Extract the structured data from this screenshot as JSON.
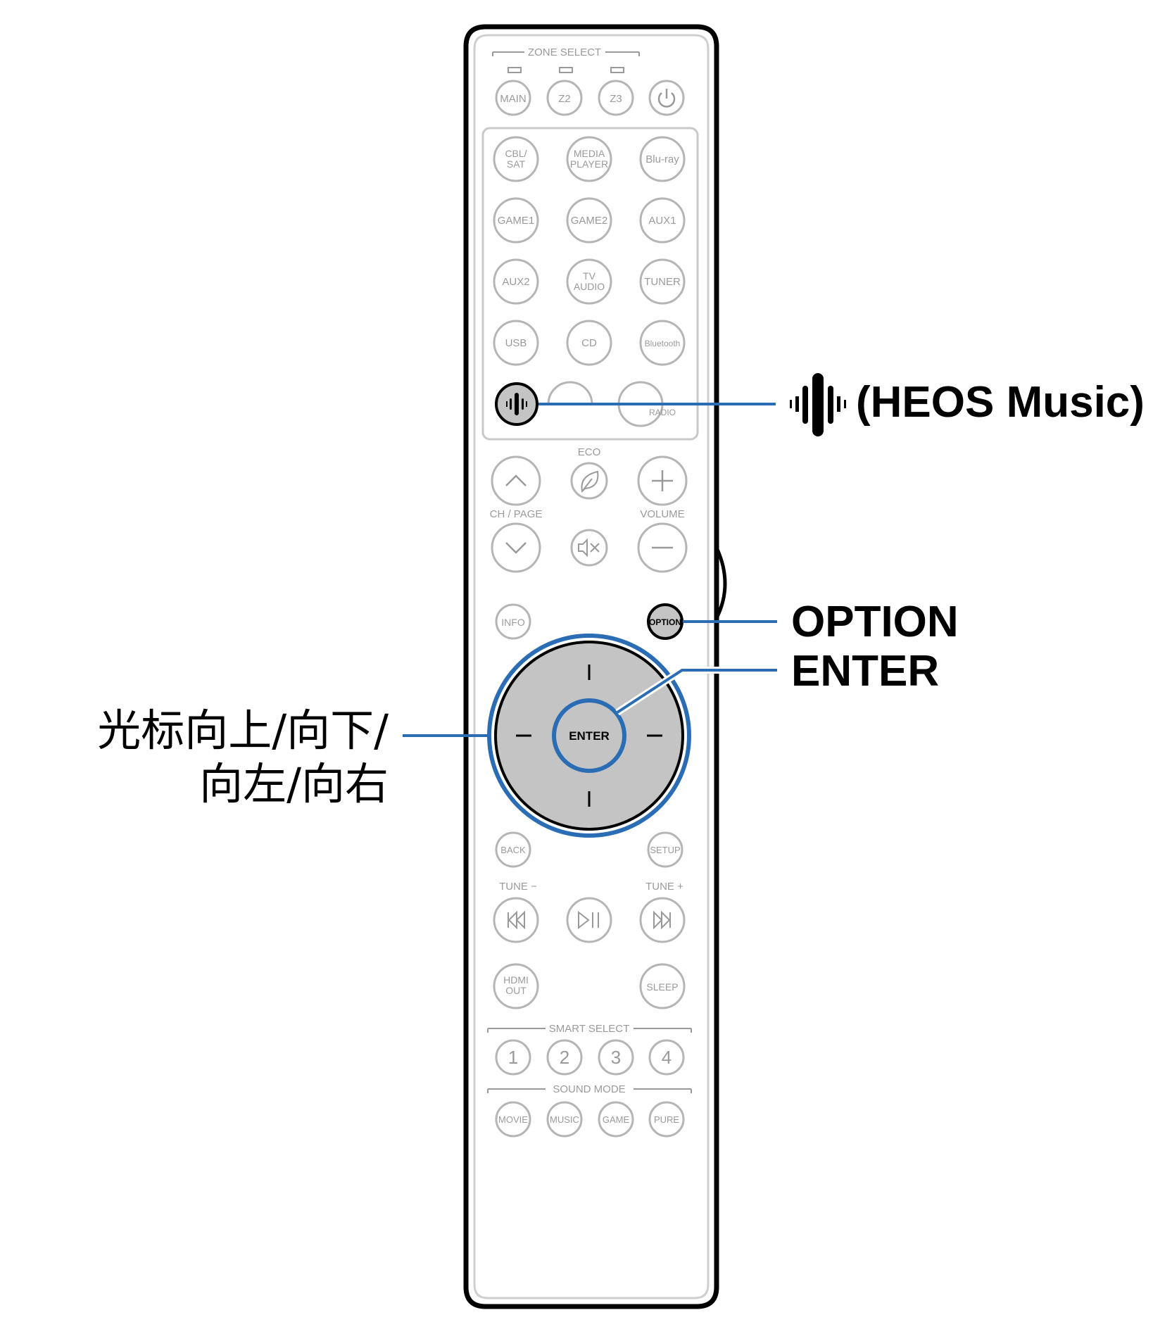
{
  "remote": {
    "zone_select_label": "ZONE SELECT",
    "zone_buttons": [
      "MAIN",
      "Z2",
      "Z3"
    ],
    "power_icon": "power-icon",
    "source_rows": [
      [
        {
          "l1": "CBL/",
          "l2": "SAT"
        },
        {
          "l1": "MEDIA",
          "l2": "PLAYER"
        },
        {
          "l1": "Blu-ray",
          "l2": ""
        }
      ],
      [
        {
          "l1": "GAME1",
          "l2": ""
        },
        {
          "l1": "GAME2",
          "l2": ""
        },
        {
          "l1": "AUX1",
          "l2": ""
        }
      ],
      [
        {
          "l1": "AUX2",
          "l2": ""
        },
        {
          "l1": "TV",
          "l2": "AUDIO"
        },
        {
          "l1": "TUNER",
          "l2": ""
        }
      ],
      [
        {
          "l1": "USB",
          "l2": ""
        },
        {
          "l1": "CD",
          "l2": ""
        },
        {
          "l1": "Bluetooth",
          "l2": ""
        }
      ]
    ],
    "heos_icon": "heos-icon",
    "internet_radio_label": "RADIO",
    "eco_label": "ECO",
    "ch_page_label": "CH / PAGE",
    "volume_label": "VOLUME",
    "info_label": "INFO",
    "option_label": "OPTION",
    "enter_label": "ENTER",
    "back_label": "BACK",
    "setup_label": "SETUP",
    "tune_minus_label": "TUNE −",
    "tune_plus_label": "TUNE +",
    "hdmi_out": {
      "l1": "HDMI",
      "l2": "OUT"
    },
    "sleep_label": "SLEEP",
    "smart_select_label": "SMART SELECT",
    "smart_buttons": [
      "1",
      "2",
      "3",
      "4"
    ],
    "sound_mode_label": "SOUND MODE",
    "sound_buttons": [
      "MOVIE",
      "MUSIC",
      "GAME",
      "PURE"
    ]
  },
  "callouts": {
    "heos": "(HEOS Music)",
    "option": "OPTION",
    "enter": "ENTER",
    "cursor_line1": "光标向上/向下/",
    "cursor_line2": "向左/向右"
  },
  "colors": {
    "leader": "#2a6db5",
    "highlight_fill": "#c4c4c4",
    "outline": "#000000",
    "button_gray": "#a8a8a8"
  }
}
